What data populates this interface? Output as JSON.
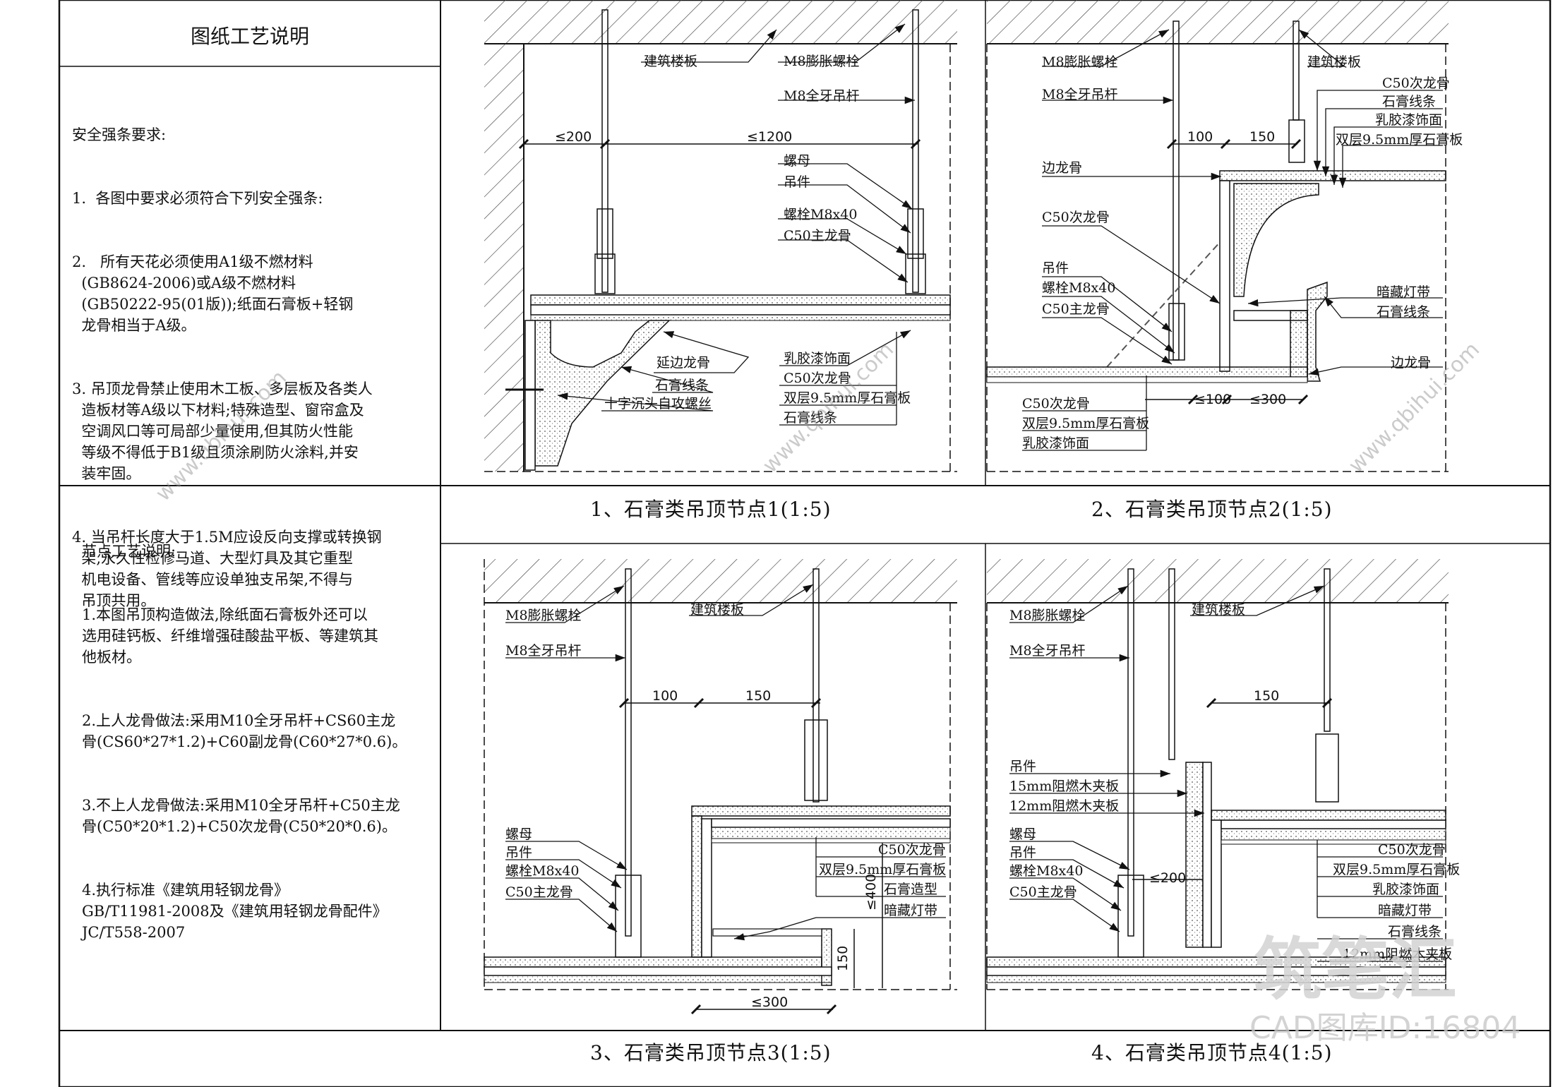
{
  "notes_panel": {
    "title": "图纸工艺说明",
    "safety_heading": "安全强条要求:",
    "safety_items": [
      "1.  各图中要求必须符合下列安全强条:",
      "2.   所有天花必须使用A1级不燃材料\n  (GB8624-2006)或A级不燃材料\n  (GB50222-95(01版));纸面石膏板+轻钢\n  龙骨相当于A级。",
      "3. 吊顶龙骨禁止使用木工板、多层板及各类人\n  造板材等A级以下材料;特殊造型、窗帘盒及\n  空调风口等可局部少量使用,但其防火性能\n  等级不得低于B1级且须涂刷防火涂料,并安\n  装牢固。",
      "4. 当吊杆长度大于1.5M应设反向支撑或转换钢\n  架,永久性检修马道、大型灯具及其它重型\n  机电设备、管线等应设单独支吊架,不得与\n  吊顶共用。"
    ],
    "node_heading": "节点工艺说明:",
    "node_items": [
      "1.本图吊顶构造做法,除纸面石膏板外还可以\n选用硅钙板、纤维增强硅酸盐平板、等建筑其\n他板材。",
      "2.上人龙骨做法:采用M10全牙吊杆+CS60主龙\n骨(CS60*27*1.2)+C60副龙骨(C60*27*0.6)。",
      "3.不上人龙骨做法:采用M10全牙吊杆+C50主龙\n骨(C50*20*1.2)+C50次龙骨(C50*20*0.6)。",
      "4.执行标准《建筑用轻钢龙骨》\nGB/T11981-2008及《建筑用轻钢龙骨配件》\nJC/T558-2007"
    ]
  },
  "captions": {
    "node1": "1、石膏类吊顶节点1(1:5)",
    "node2": "2、石膏类吊顶节点2(1:5)",
    "node3": "3、石膏类吊顶节点3(1:5)",
    "node4": "4、石膏类吊顶节点4(1:5)"
  },
  "node1": {
    "labels": [
      "建筑楼板",
      "M8膨胀螺栓",
      "M8全牙吊杆",
      "螺母",
      "吊件",
      "螺栓M8x40",
      "C50主龙骨",
      "延边龙骨",
      "石膏线条",
      "十字沉头自攻螺丝",
      "乳胶漆饰面",
      "C50次龙骨",
      "双层9.5mm厚石膏板",
      "石膏线条"
    ],
    "dims": [
      "≤200",
      "≤1200"
    ]
  },
  "node2": {
    "labels": [
      "M8膨胀螺栓",
      "建筑楼板",
      "M8全牙吊杆",
      "C50次龙骨",
      "石膏线条",
      "乳胶漆饰面",
      "双层9.5mm厚石膏板",
      "边龙骨",
      "C50次龙骨",
      "吊件",
      "螺栓M8x40",
      "C50主龙骨",
      "暗藏灯带",
      "石膏线条",
      "边龙骨",
      "C50次龙骨",
      "双层9.5mm厚石膏板",
      "乳胶漆饰面"
    ],
    "dims": [
      "100",
      "150",
      "≤100",
      "≤300"
    ]
  },
  "node3": {
    "labels": [
      "M8膨胀螺栓",
      "建筑楼板",
      "M8全牙吊杆",
      "螺母",
      "吊件",
      "螺栓M8x40",
      "C50主龙骨",
      "C50次龙骨",
      "双层9.5mm厚石膏板",
      "石膏造型",
      "暗藏灯带"
    ],
    "dims": [
      "100",
      "150",
      "≤400",
      "150",
      "≤300"
    ]
  },
  "node4": {
    "labels": [
      "M8膨胀螺栓",
      "建筑楼板",
      "M8全牙吊杆",
      "吊件",
      "15mm阻燃木夹板",
      "12mm阻燃木夹板",
      "螺母",
      "吊件",
      "螺栓M8x40",
      "C50主龙骨",
      "C50次龙骨",
      "双层9.5mm厚石膏板",
      "乳胶漆饰面",
      "暗藏灯带",
      "石膏线条",
      "12mm阻燃木夹板"
    ],
    "dims": [
      "150",
      "≤200"
    ]
  },
  "watermark": {
    "brand": "筑笔汇",
    "site": "www.qbihui.com",
    "id_text": "CAD图库ID:16804"
  }
}
